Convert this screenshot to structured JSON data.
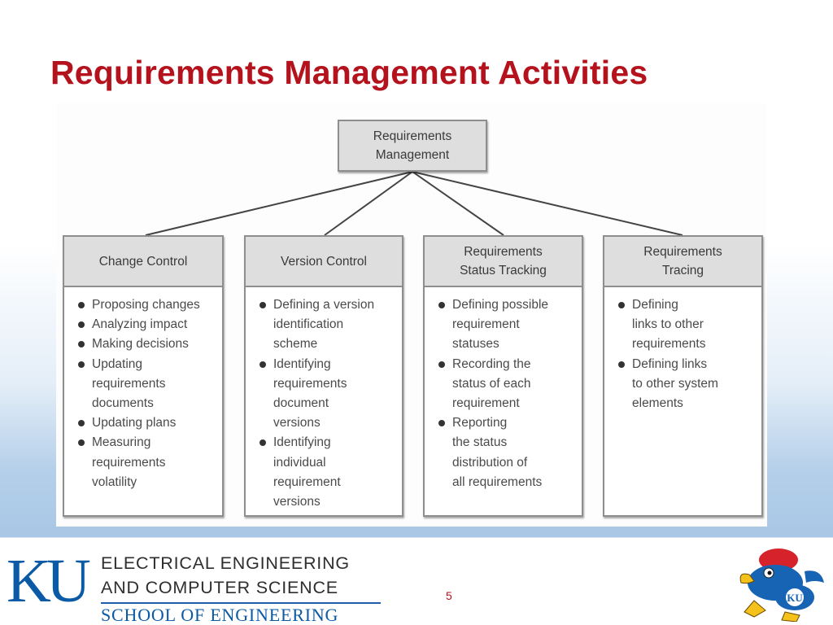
{
  "slide": {
    "title": "Requirements Management Activities",
    "page_number": "5"
  },
  "diagram": {
    "root": "Requirements\nManagement",
    "children": [
      {
        "heading": "Change Control",
        "items": [
          "Proposing changes",
          "Analyzing impact",
          "Making decisions",
          "Updating\nrequirements\ndocuments",
          "Updating plans",
          "Measuring\nrequirements\nvolatility"
        ]
      },
      {
        "heading": "Version Control",
        "items": [
          "Defining a version\nidentification\nscheme",
          "Identifying\nrequirements\ndocument\nversions",
          "Identifying\nindividual\nrequirement\nversions"
        ]
      },
      {
        "heading": "Requirements\nStatus Tracking",
        "items": [
          "Defining possible\nrequirement\nstatuses",
          "Recording the\nstatus of each\nrequirement",
          "Reporting\nthe status\ndistribution of\nall requirements"
        ]
      },
      {
        "heading": "Requirements\nTracing",
        "items": [
          "Defining\nlinks to other\nrequirements",
          "Defining links\nto other system\nelements"
        ]
      }
    ]
  },
  "footer": {
    "logo_letters": "KU",
    "department_line1": "ELECTRICAL ENGINEERING",
    "department_line2": "AND COMPUTER SCIENCE",
    "school": "SCHOOL OF ENGINEERING",
    "mascot_badge": "KU"
  },
  "colors": {
    "title_red": "#b4121c",
    "ku_blue": "#0a5aa6",
    "box_header_gray": "#dedede",
    "box_border": "#8e8e8e"
  },
  "icons": {
    "mascot": "jayhawk-mascot-icon"
  }
}
